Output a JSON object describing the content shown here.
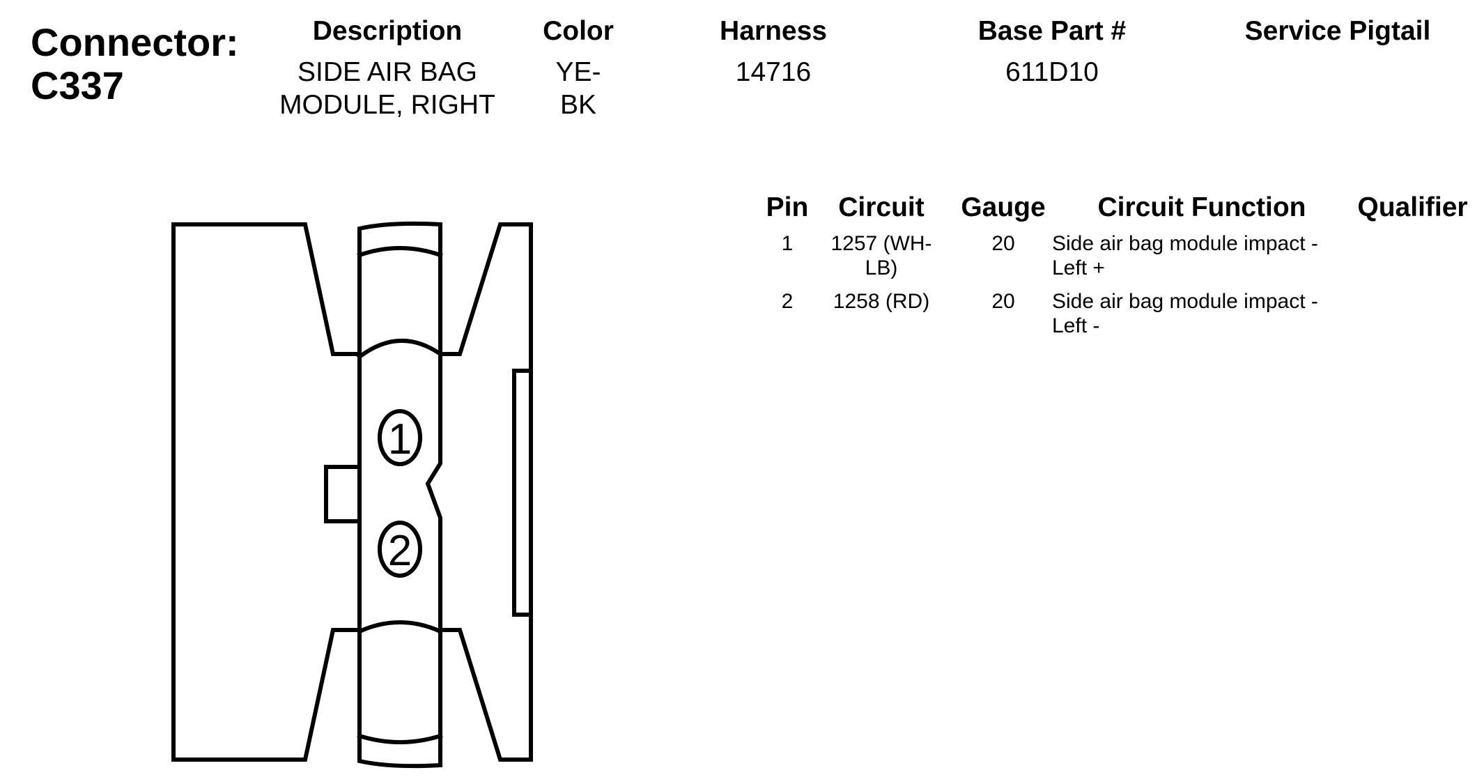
{
  "connector": {
    "label": "Connector:",
    "id": "C337"
  },
  "header": {
    "description_label": "Description",
    "description_line1": "SIDE AIR BAG",
    "description_line2": "MODULE, RIGHT",
    "color_label": "Color",
    "color_line1": "YE-",
    "color_line2": "BK",
    "harness_label": "Harness",
    "harness_value": "14716",
    "base_part_label": "Base Part #",
    "base_part_value": "611D10",
    "service_pigtail_label": "Service Pigtail",
    "service_pigtail_value": ""
  },
  "pin_table": {
    "columns": [
      "Pin",
      "Circuit",
      "Gauge",
      "Circuit Function",
      "Qualifier"
    ],
    "rows": [
      {
        "pin": "1",
        "circuit_line1": "1257 (WH-",
        "circuit_line2": "LB)",
        "gauge": "20",
        "function_line1": "Side air bag module impact -",
        "function_line2": "Left +",
        "qualifier": ""
      },
      {
        "pin": "2",
        "circuit_line1": "1258 (RD)",
        "circuit_line2": "",
        "gauge": "20",
        "function_line1": "Side air bag module impact -",
        "function_line2": "Left -",
        "qualifier": ""
      }
    ]
  },
  "diagram": {
    "pin_labels": [
      "1",
      "2"
    ]
  }
}
